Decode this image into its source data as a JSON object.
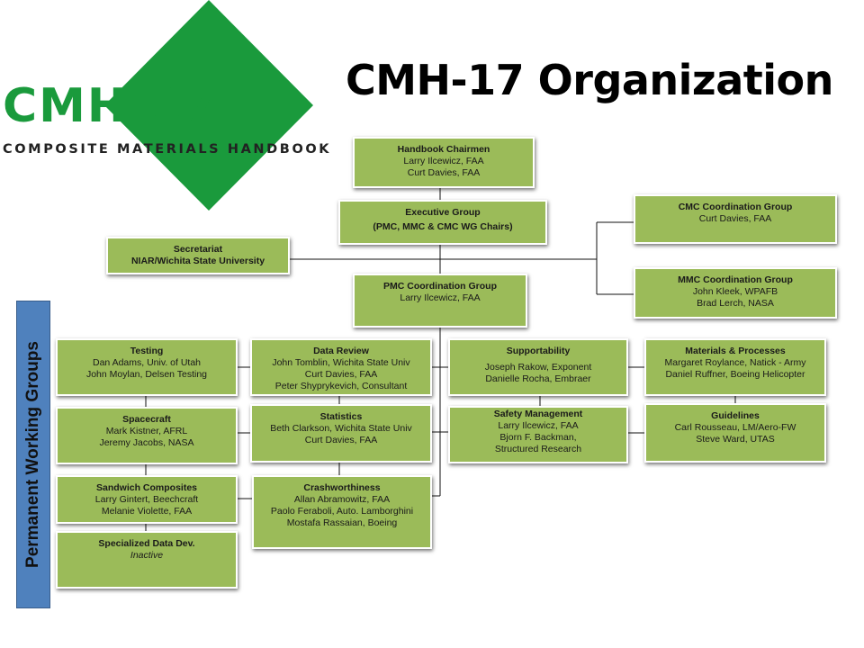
{
  "logo": {
    "mark": "CMH-17",
    "subtitle": "COMPOSITE MATERIALS HANDBOOK"
  },
  "title": "CMH-17 Organization",
  "side_label": "Permanent Working Groups",
  "boxes": {
    "handbook_chairmen": {
      "title": "Handbook Chairmen",
      "lines": [
        "Larry Ilcewicz, FAA",
        "Curt Davies, FAA"
      ]
    },
    "executive_group": {
      "title": "Executive Group",
      "lines": [
        "(PMC, MMC & CMC  WG Chairs)"
      ]
    },
    "secretariat": {
      "title": "Secretariat",
      "lines": [
        "NIAR/Wichita State University"
      ]
    },
    "cmc_coordination": {
      "title": "CMC Coordination Group",
      "lines": [
        "Curt Davies, FAA"
      ]
    },
    "mmc_coordination": {
      "title": "MMC Coordination Group",
      "lines": [
        "John Kleek, WPAFB",
        "Brad Lerch, NASA"
      ]
    },
    "pmc_coordination": {
      "title": "PMC Coordination Group",
      "lines": [
        "Larry Ilcewicz, FAA"
      ]
    },
    "testing": {
      "title": "Testing",
      "lines": [
        "Dan Adams, Univ. of Utah",
        "John Moylan, Delsen Testing"
      ]
    },
    "data_review": {
      "title": "Data Review",
      "lines": [
        "John Tomblin, Wichita State Univ",
        "Curt Davies, FAA",
        "Peter Shyprykevich, Consultant"
      ]
    },
    "supportability": {
      "title": "Supportability",
      "lines": [
        "Joseph Rakow, Exponent",
        "Danielle Rocha, Embraer"
      ]
    },
    "materials_processes": {
      "title": "Materials & Processes",
      "lines": [
        "Margaret Roylance,  Natick - Army",
        "Daniel Ruffner, Boeing Helicopter"
      ]
    },
    "spacecraft": {
      "title": "Spacecraft",
      "lines": [
        "Mark Kistner, AFRL",
        "Jeremy Jacobs, NASA"
      ]
    },
    "statistics": {
      "title": "Statistics",
      "lines": [
        "Beth Clarkson, Wichita State Univ",
        "Curt Davies, FAA"
      ]
    },
    "safety_management": {
      "title": "Safety Management",
      "lines": [
        "Larry Ilcewicz, FAA",
        "Bjorn F. Backman,",
        "Structured Research"
      ]
    },
    "guidelines": {
      "title": "Guidelines",
      "lines": [
        "Carl Rousseau, LM/Aero-FW",
        "Steve Ward, UTAS"
      ]
    },
    "sandwich_composites": {
      "title": "Sandwich Composites",
      "lines": [
        "Larry Gintert, Beechcraft",
        "Melanie Violette, FAA"
      ]
    },
    "crashworthiness": {
      "title": "Crashworthiness",
      "lines": [
        "Allan Abramowitz, FAA",
        "Paolo Feraboli, Auto. Lamborghini",
        "Mostafa Rassaian, Boeing"
      ]
    },
    "specialized_data_dev": {
      "title": "Specialized Data Dev.",
      "lines": [
        "Inactive"
      ]
    }
  }
}
